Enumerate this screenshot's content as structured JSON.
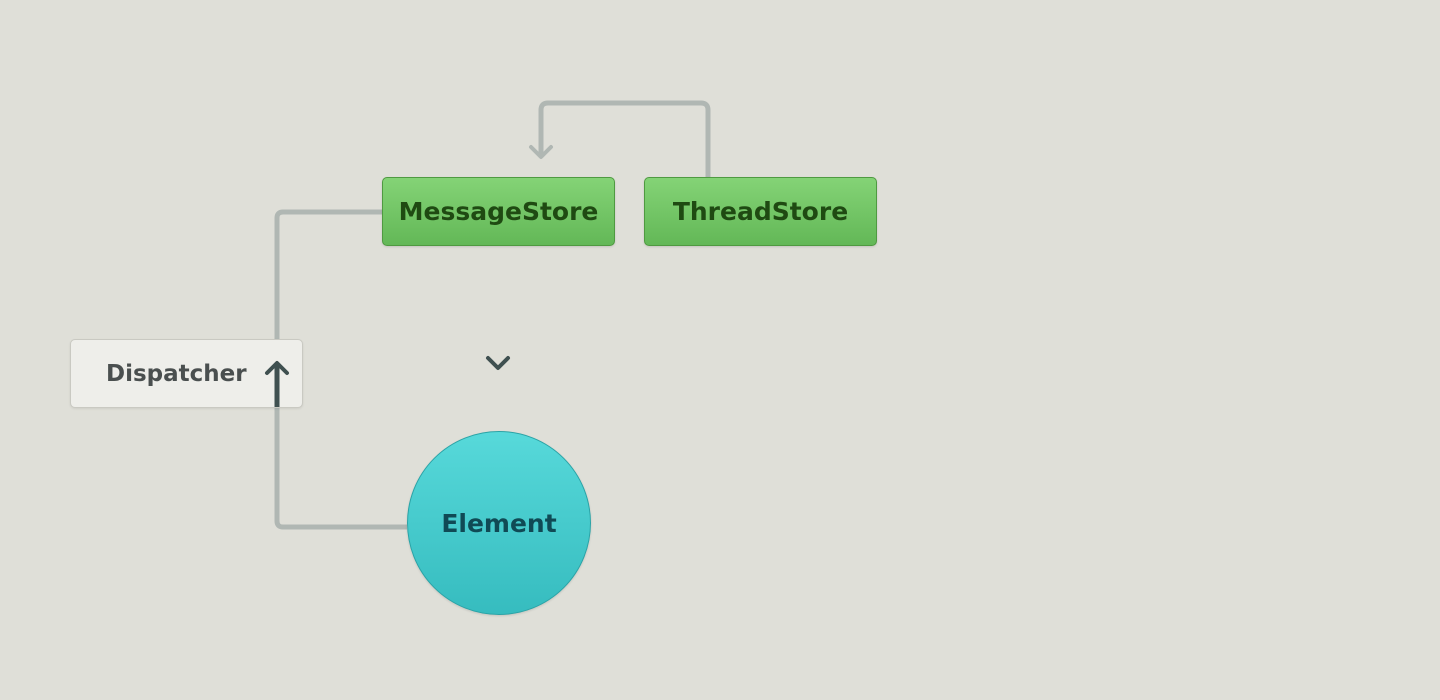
{
  "diagram": {
    "nodes": {
      "message_store": "MessageStore",
      "thread_store": "ThreadStore",
      "dispatcher": "Dispatcher",
      "element": "Element"
    },
    "edges": [
      {
        "from": "ThreadStore",
        "to": "MessageStore"
      },
      {
        "from": "MessageStore",
        "to": "Element"
      },
      {
        "from": "Element",
        "to": "MessageStore",
        "via": "Dispatcher"
      }
    ],
    "colors": {
      "background": "#dfdfd8",
      "store_fill": "#6fc463",
      "store_text": "#1f4a12",
      "element_fill": "#45c9cb",
      "element_text": "#104a55",
      "dispatcher_fill": "#eeeeea",
      "wire": "#b0b7b3",
      "active_arrow": "#3f5050"
    }
  }
}
